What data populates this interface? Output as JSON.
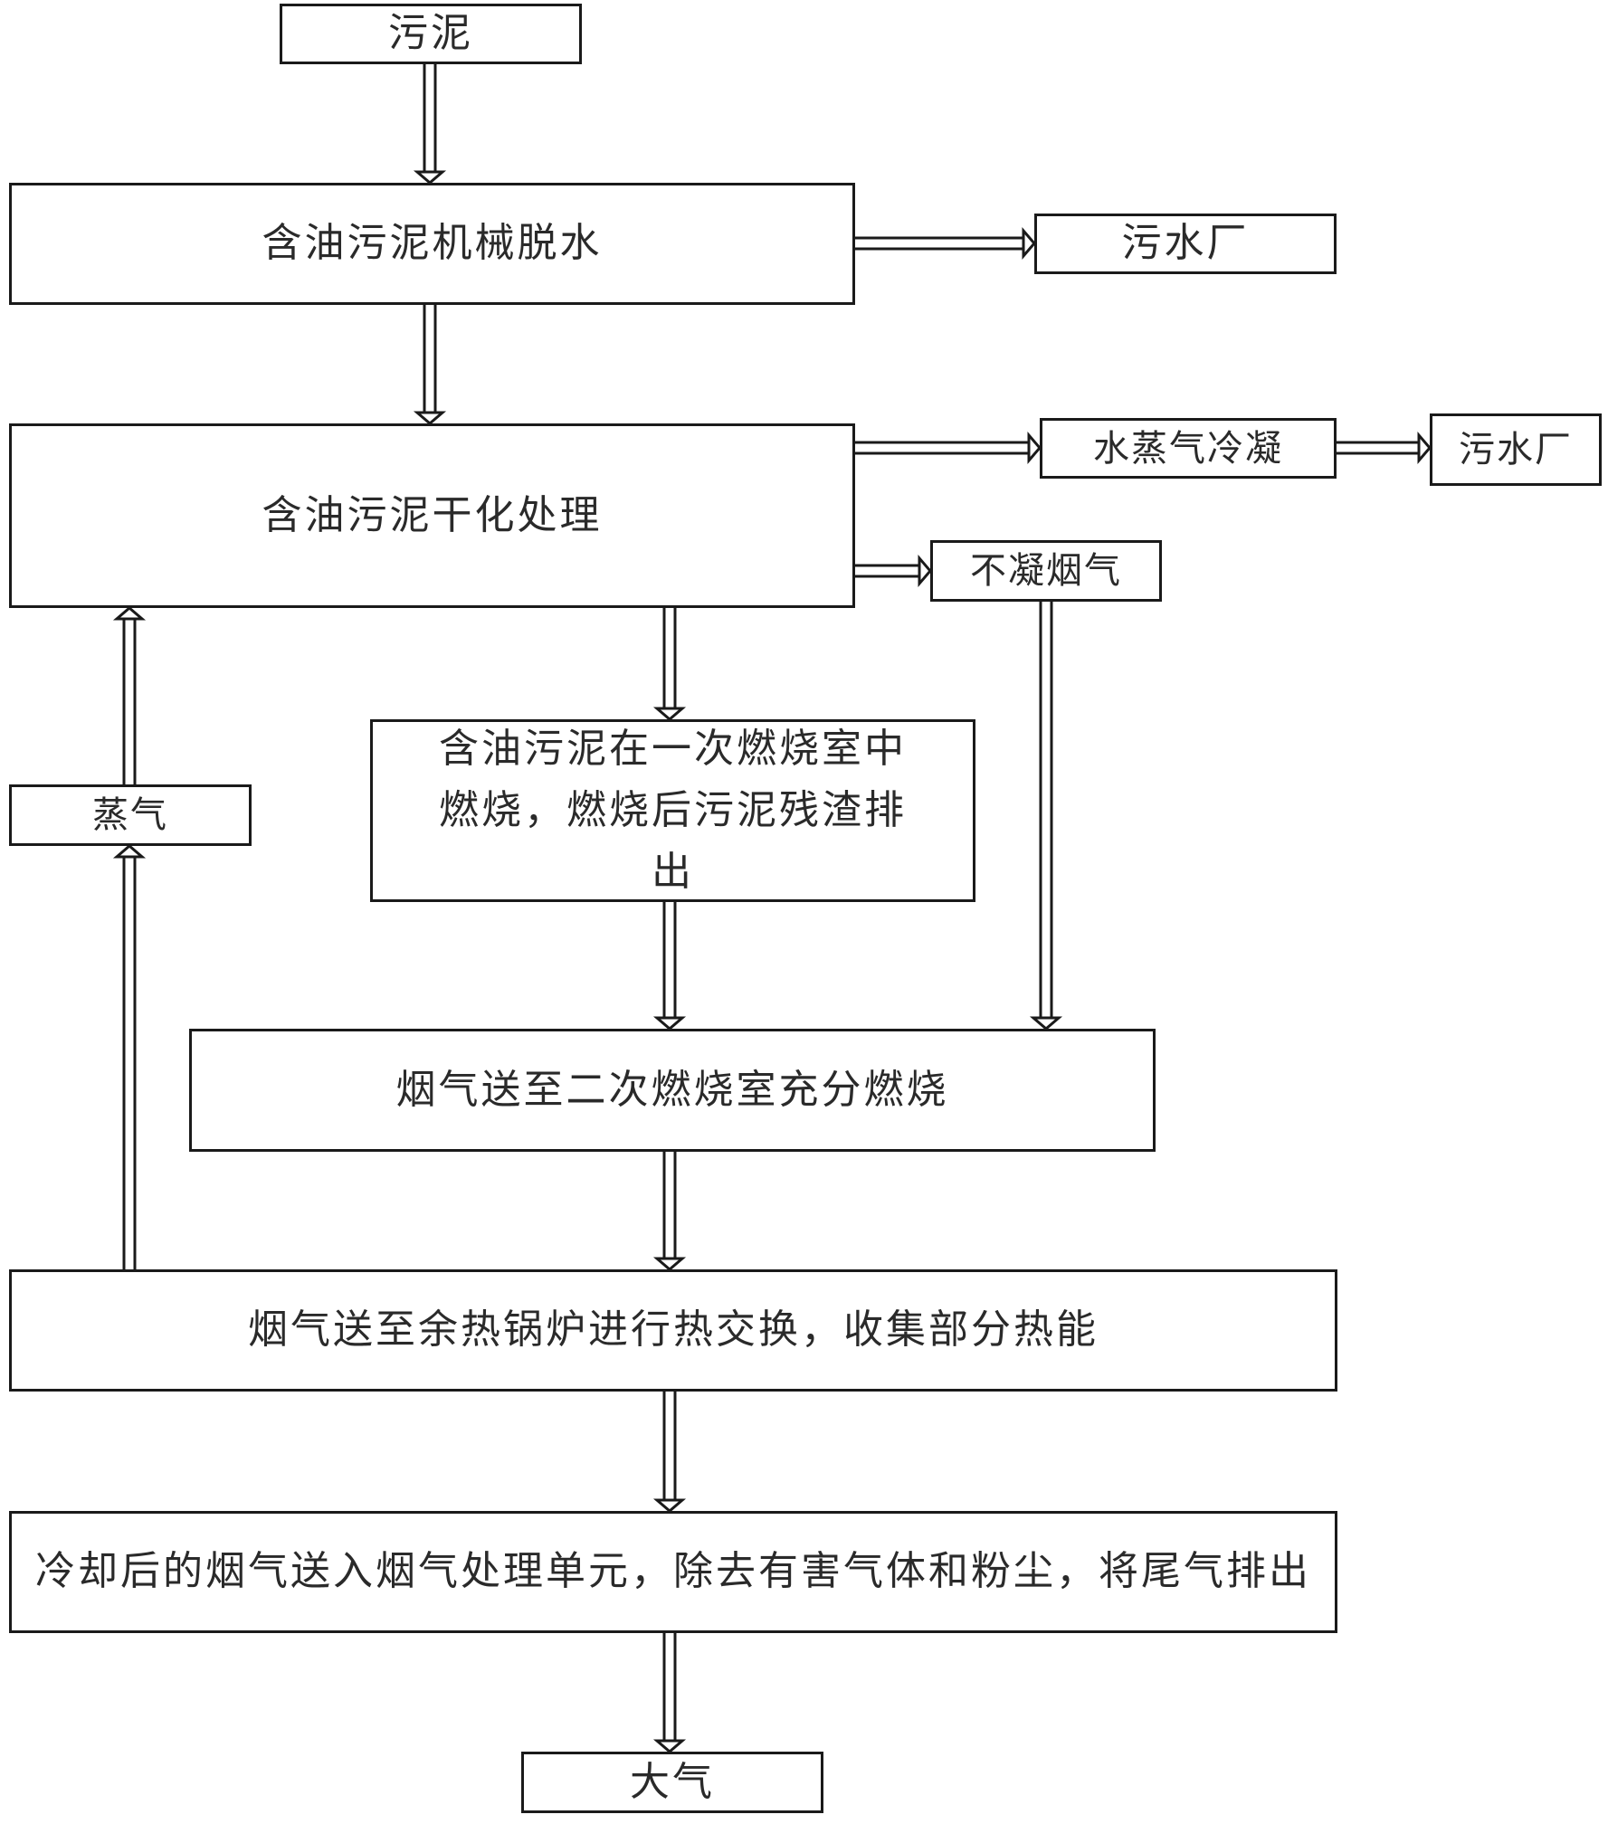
{
  "nodes": {
    "sludge": "污泥",
    "dewater": "含油污泥机械脱水",
    "wastewater_1": "污水厂",
    "drying": "含油污泥干化处理",
    "steam_condense": "水蒸气冷凝",
    "wastewater_2": "污水厂",
    "noncondensable": "不凝烟气",
    "primary_combustion": "含油污泥在一次燃烧室中燃烧，燃烧后污泥残渣排出",
    "steam": "蒸气",
    "secondary_combustion": "烟气送至二次燃烧室充分燃烧",
    "waste_heat_boiler": "烟气送至余热锅炉进行热交换，收集部分热能",
    "flue_gas_treatment": "冷却后的烟气送入烟气处理单元，除去有害气体和粉尘，将尾气排出",
    "atmosphere": "大气"
  },
  "colors": {
    "line": "#1a1a1a",
    "fill": "#ffffff",
    "text": "#2a2a2a"
  }
}
